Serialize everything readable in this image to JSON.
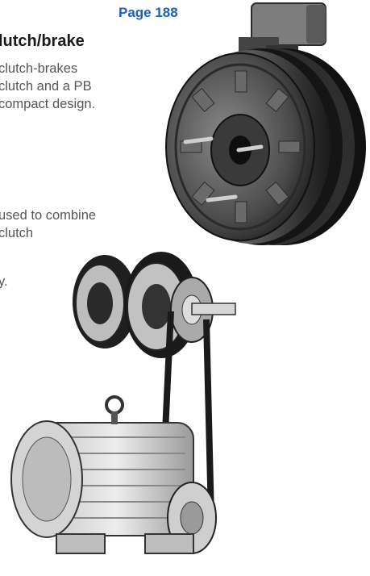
{
  "page_ref": "Page 188",
  "heading": "lutch/brake",
  "paragraph_1": [
    " clutch-brakes",
    "clutch and a PB",
    "compact design."
  ],
  "paragraph_2": [
    "used to combine",
    " clutch"
  ],
  "paragraph_3": [
    "y."
  ],
  "colors": {
    "page_ref": "#1f5fb8",
    "heading": "#1a1a1a",
    "body_text": "#555555"
  }
}
